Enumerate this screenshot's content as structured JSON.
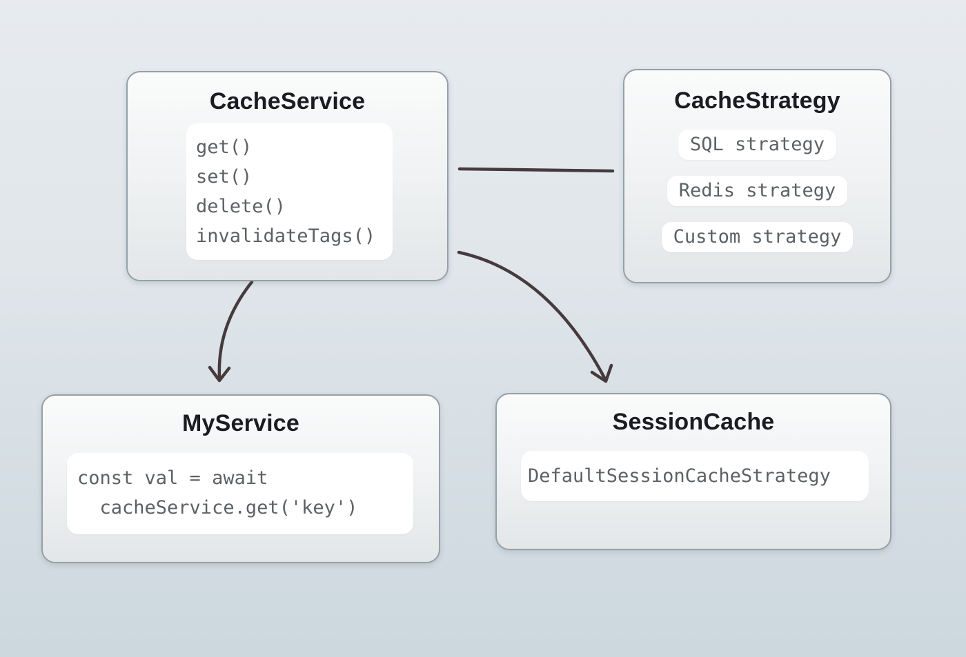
{
  "diagram": {
    "arrow_color": "#463a3d",
    "nodes": {
      "cache_service": {
        "title": "CacheService",
        "methods": [
          "get()",
          "set()",
          "delete()",
          "invalidateTags()"
        ]
      },
      "cache_strategy": {
        "title": "CacheStrategy",
        "strategies": [
          "SQL strategy",
          "Redis strategy",
          "Custom strategy"
        ]
      },
      "my_service": {
        "title": "MyService",
        "code_lines": [
          "const val = await",
          "  cacheService.get('key')"
        ]
      },
      "session_cache": {
        "title": "SessionCache",
        "default_strategy": "DefaultSessionCacheStrategy"
      }
    },
    "edges": [
      {
        "from": "CacheService",
        "to": "CacheStrategy",
        "style": "plain-line"
      },
      {
        "from": "CacheService",
        "to": "MyService",
        "style": "curved-arrow"
      },
      {
        "from": "CacheService",
        "to": "SessionCache",
        "style": "curved-arrow"
      }
    ]
  }
}
